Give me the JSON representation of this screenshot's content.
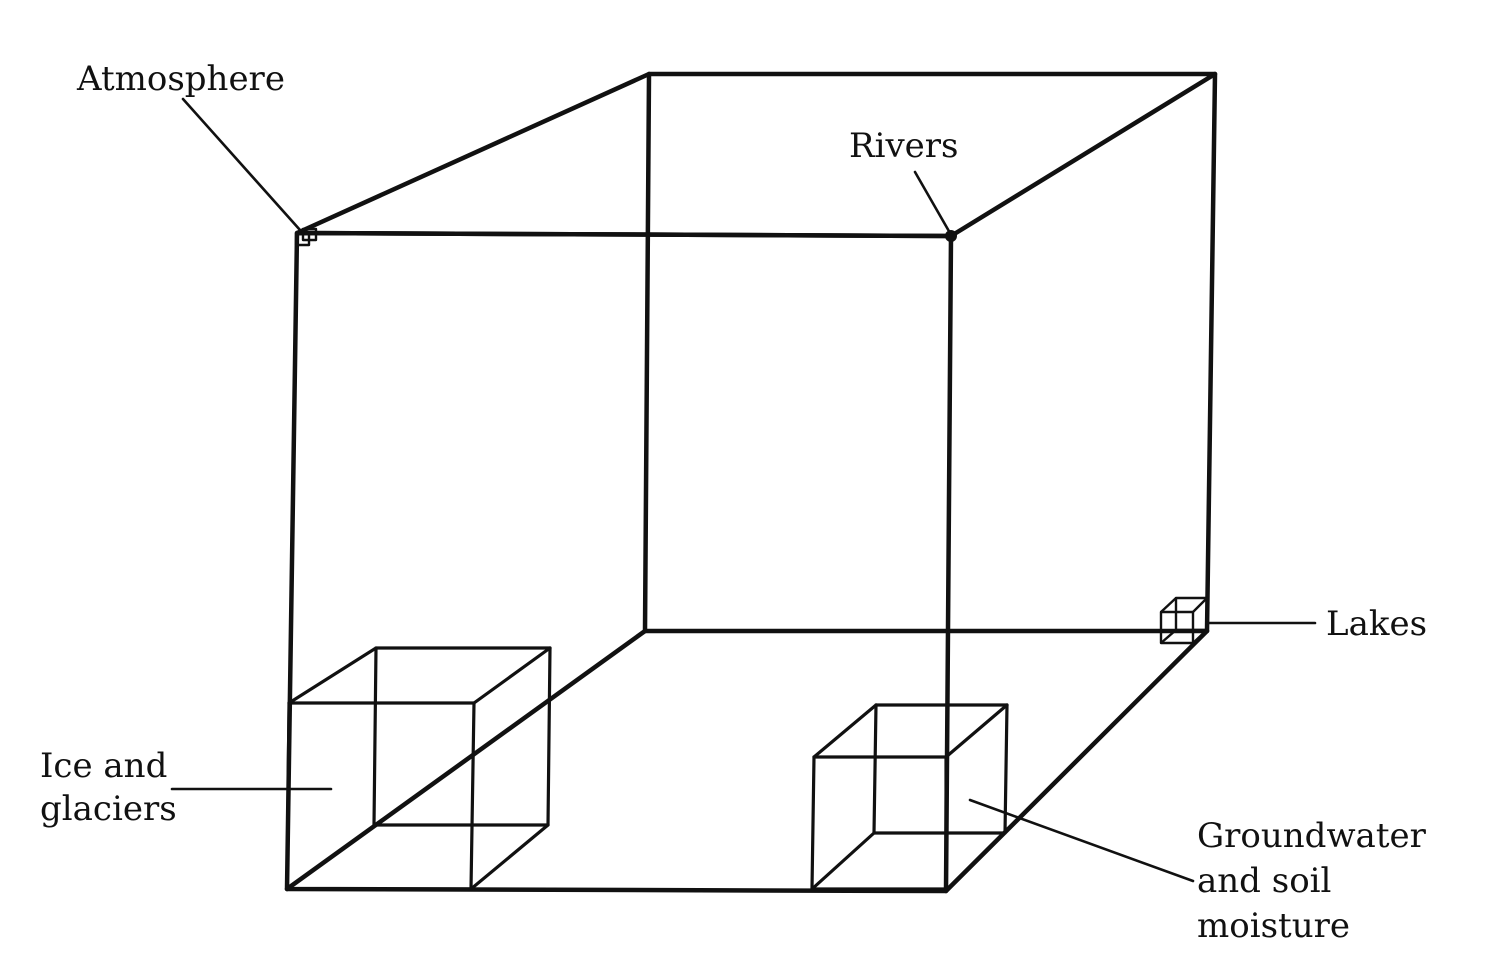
{
  "labels": {
    "atmosphere": "Atmosphere",
    "rivers": "Rivers",
    "lakes": "Lakes",
    "ice_line1": "Ice and",
    "ice_line2": "glaciers",
    "ground_line1": "Groundwater",
    "ground_line2": "and soil",
    "ground_line3": "moisture"
  }
}
